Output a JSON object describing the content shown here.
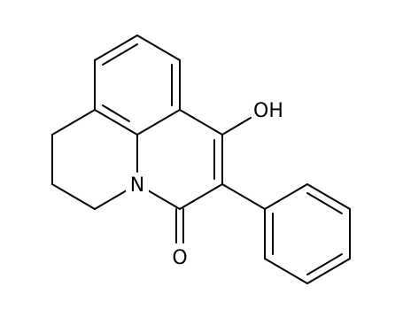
{
  "molecule": {
    "atoms": {
      "hydroxyl": "OH",
      "nitrogen": "N",
      "carbonyl_oxygen": "O"
    }
  }
}
